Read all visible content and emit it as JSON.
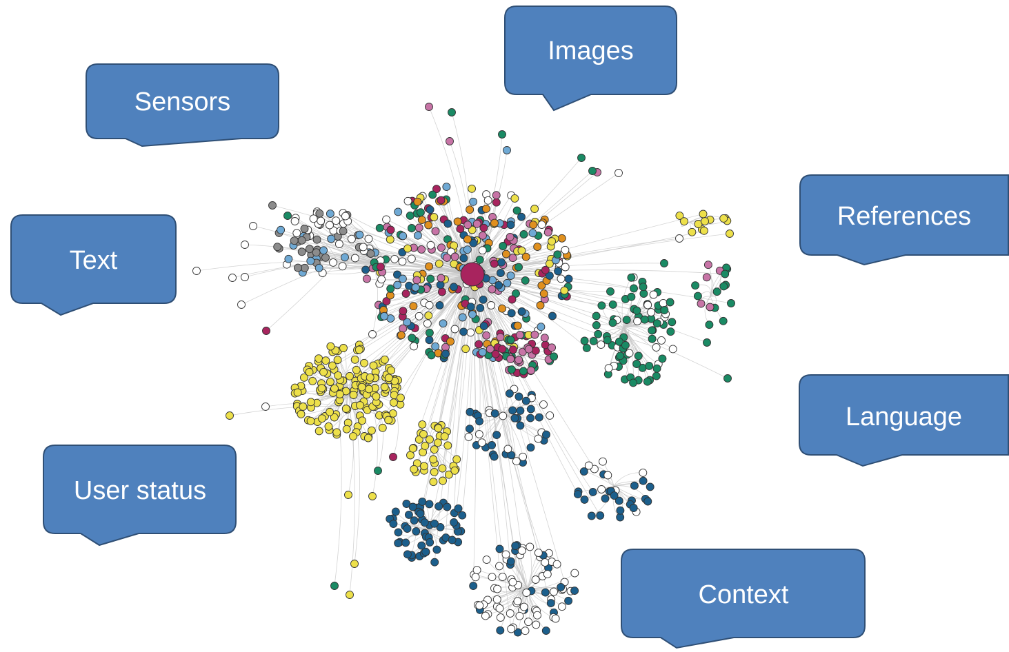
{
  "callouts": {
    "images": "Images",
    "sensors": "Sensors",
    "text": "Text",
    "references": "References",
    "language": "Language",
    "user_status": "User status",
    "context": "Context"
  },
  "colors": {
    "callout_fill": "#4f81bd",
    "callout_stroke": "#2f4f75",
    "edge": "#c4c4c4",
    "node_stroke": "#333333",
    "green": "#1a8a64",
    "pink": "#c774a6",
    "crimson": "#a8245e",
    "orange": "#e0901e",
    "yellow": "#ede04a",
    "blue": "#1c5f8c",
    "lightblue": "#6fa9d4",
    "gray": "#8c8c8c",
    "white": "#ffffff"
  },
  "network": {
    "clusters": [
      {
        "name": "core-mixed",
        "colors": [
          "pink",
          "green",
          "crimson",
          "orange",
          "yellow",
          "white",
          "lightblue",
          "blue"
        ],
        "count": 330
      },
      {
        "name": "gray-white",
        "colors": [
          "gray",
          "white",
          "gray",
          "white",
          "lightblue"
        ],
        "count": 70
      },
      {
        "name": "yellow-big",
        "colors": [
          "yellow"
        ],
        "count": 150
      },
      {
        "name": "yellow-small",
        "colors": [
          "yellow"
        ],
        "count": 36
      },
      {
        "name": "green-right",
        "colors": [
          "green",
          "green",
          "green",
          "white"
        ],
        "count": 85
      },
      {
        "name": "pink-sub",
        "colors": [
          "pink",
          "pink",
          "green",
          "crimson"
        ],
        "count": 45
      },
      {
        "name": "blue-mid",
        "colors": [
          "blue",
          "blue",
          "white"
        ],
        "count": 45
      },
      {
        "name": "blue-right",
        "colors": [
          "blue",
          "blue",
          "blue",
          "white"
        ],
        "count": 32
      },
      {
        "name": "blue-bottom",
        "colors": [
          "blue"
        ],
        "count": 55
      },
      {
        "name": "white-bottom",
        "colors": [
          "white",
          "white",
          "white",
          "blue"
        ],
        "count": 85
      },
      {
        "name": "green-far-right",
        "colors": [
          "green",
          "green",
          "pink"
        ],
        "count": 16
      },
      {
        "name": "yellow-far-right",
        "colors": [
          "yellow"
        ],
        "count": 12
      }
    ]
  }
}
